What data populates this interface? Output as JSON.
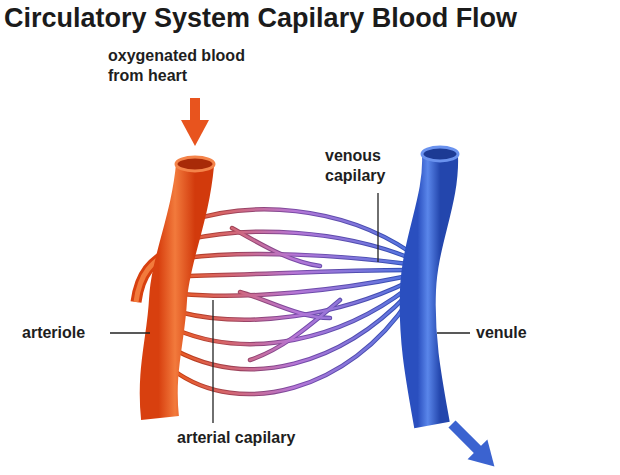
{
  "diagram": {
    "title": "Circulatory System Capilary Blood Flow",
    "labels": [
      "oxygenated blood from heart",
      "venous capilary",
      "arteriole",
      "venule",
      "arterial capilary"
    ]
  }
}
